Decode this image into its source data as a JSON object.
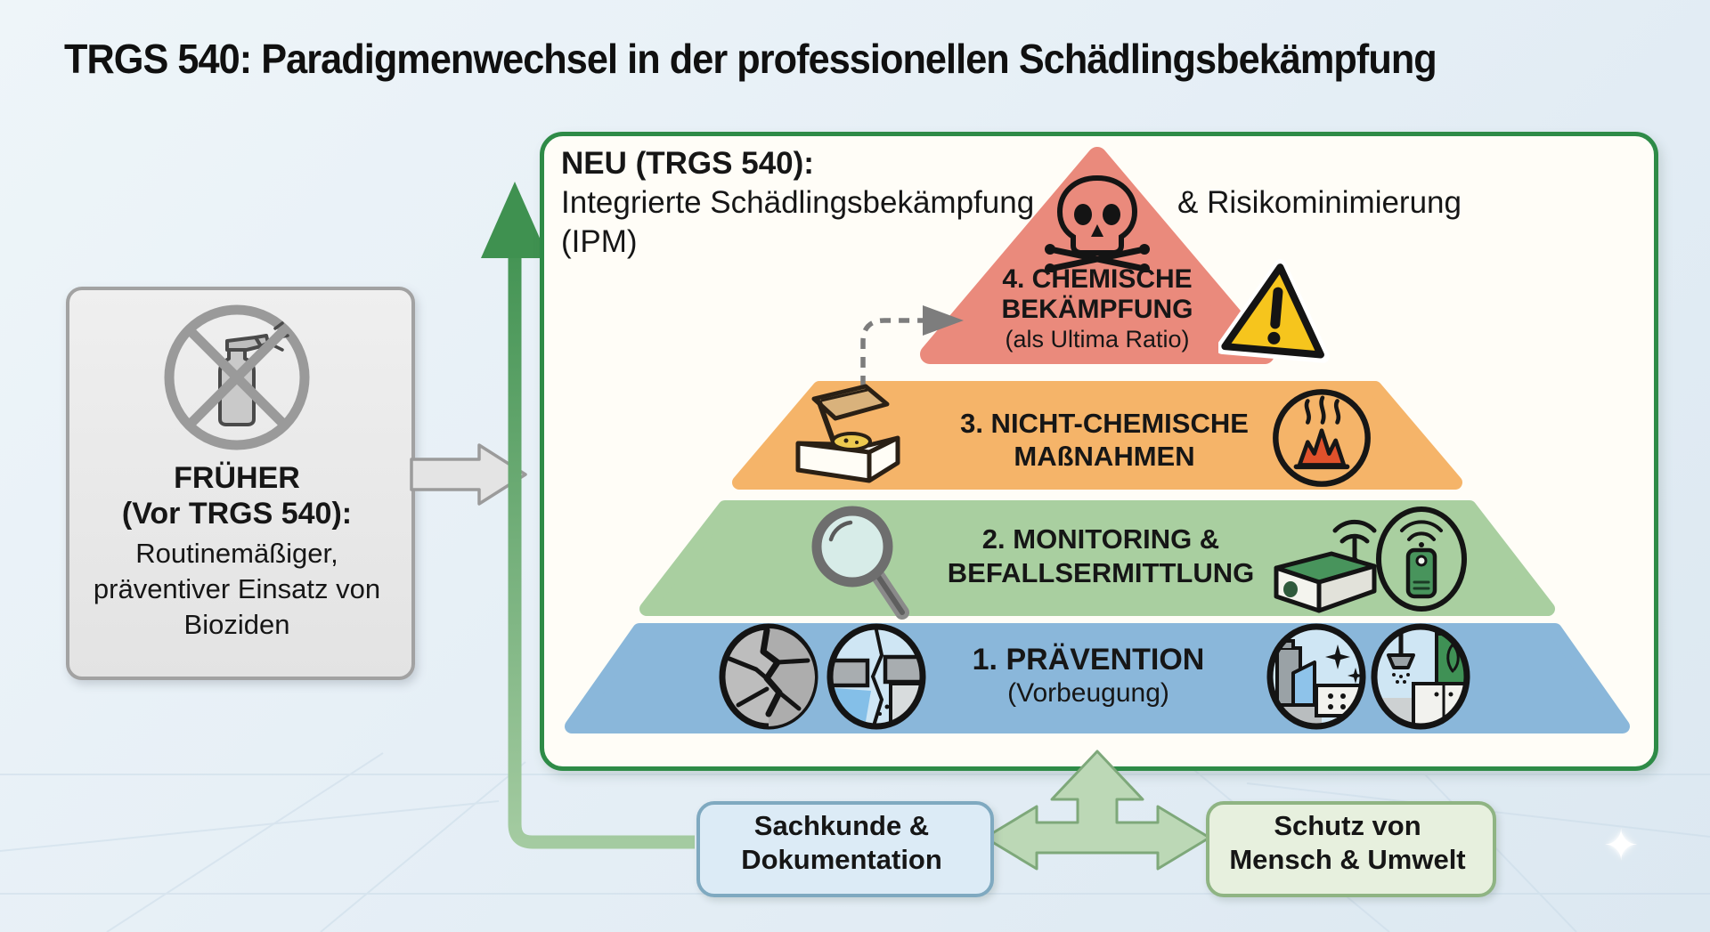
{
  "title": "TRGS 540: Paradigmenwechsel in der professionellen Schädlingsbekämpfung",
  "colors": {
    "level4": "#ea8a7c",
    "level3": "#f5b469",
    "level2": "#a9cfa0",
    "level1": "#8ab7da",
    "green_border": "#2e8b47",
    "accent_green": "#3f9150"
  },
  "left_panel": {
    "icon": "no-biocide-spray-icon",
    "title_line1": "FRÜHER",
    "title_line2": "(Vor TRGS 540):",
    "body_line1": "Routinemäßiger,",
    "body_line2": "präventiver Einsatz von",
    "body_line3": "Bioziden"
  },
  "ipm_label": {
    "line1": "NEU (TRGS 540):",
    "line2": "Integrierte Schädlingsbekämpfung",
    "line3": "(IPM)",
    "right_note": "& Risikominimierung"
  },
  "pyramid": {
    "level4": {
      "line1": "4. CHEMISCHE",
      "line2": "BEKÄMPFUNG",
      "subtitle": "(als Ultima Ratio)"
    },
    "level3": {
      "line1": "3. NICHT-CHEMISCHE",
      "line2": "MAßNAHMEN"
    },
    "level2": {
      "line1": "2. MONITORING &",
      "line2": "BEFALLSERMITTLUNG"
    },
    "level1": {
      "line1": "1. PRÄVENTION",
      "subtitle": "(Vorbeugung)"
    }
  },
  "footer": {
    "left_box_line1": "Sachkunde &",
    "left_box_line2": "Dokumentation",
    "right_box_line1": "Schutz von",
    "right_box_line2": "Mensch & Umwelt"
  },
  "decor": {
    "sparkle": "✦"
  }
}
